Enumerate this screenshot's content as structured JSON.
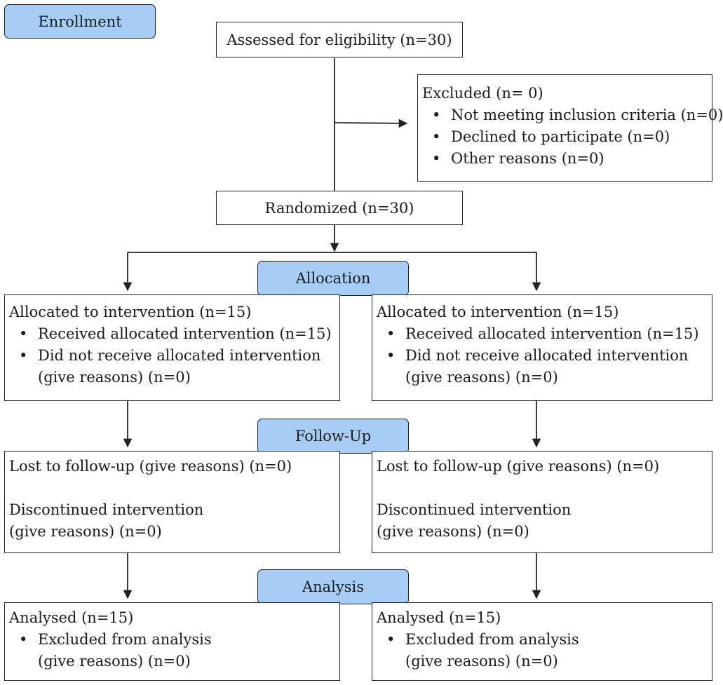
{
  "stages": {
    "enrollment": "Enrollment",
    "allocation": "Allocation",
    "follow_up": "Follow-Up",
    "analysis": "Analysis"
  },
  "assessed": "Assessed for eligibility (n=30)",
  "excluded": {
    "title": "Excluded (n= 0)",
    "items": [
      "Not meeting inclusion criteria (n=0)",
      "Declined to participate (n=0)",
      "Other reasons (n=0)"
    ]
  },
  "randomized": "Randomized (n=30)",
  "bullet_glyph": "•",
  "allocation": {
    "left": {
      "title": "Allocated to intervention (n=15)",
      "received": "Received allocated intervention (n=15)",
      "not_received": "Did not receive allocated intervention",
      "not_received_cont": "(give reasons) (n=0)"
    },
    "right": {
      "title": "Allocated to intervention (n=15)",
      "received": "Received allocated intervention (n=15)",
      "not_received": "Did not receive allocated intervention",
      "not_received_cont": "(give reasons) (n=0)"
    }
  },
  "follow_up": {
    "left": {
      "lost": "Lost to follow-up (give reasons) (n=0)",
      "discontinued": "Discontinued intervention",
      "discontinued_cont": "(give reasons) (n=0)"
    },
    "right": {
      "lost": "Lost to follow-up (give reasons) (n=0)",
      "discontinued": "Discontinued intervention",
      "discontinued_cont": "(give reasons) (n=0)"
    }
  },
  "analysis": {
    "left": {
      "title": "Analysed (n=15)",
      "excluded": "Excluded from analysis",
      "excluded_cont": "(give reasons) (n=0)"
    },
    "right": {
      "title": "Analysed (n=15)",
      "excluded": "Excluded from analysis",
      "excluded_cont": "(give reasons) (n=0)"
    }
  }
}
